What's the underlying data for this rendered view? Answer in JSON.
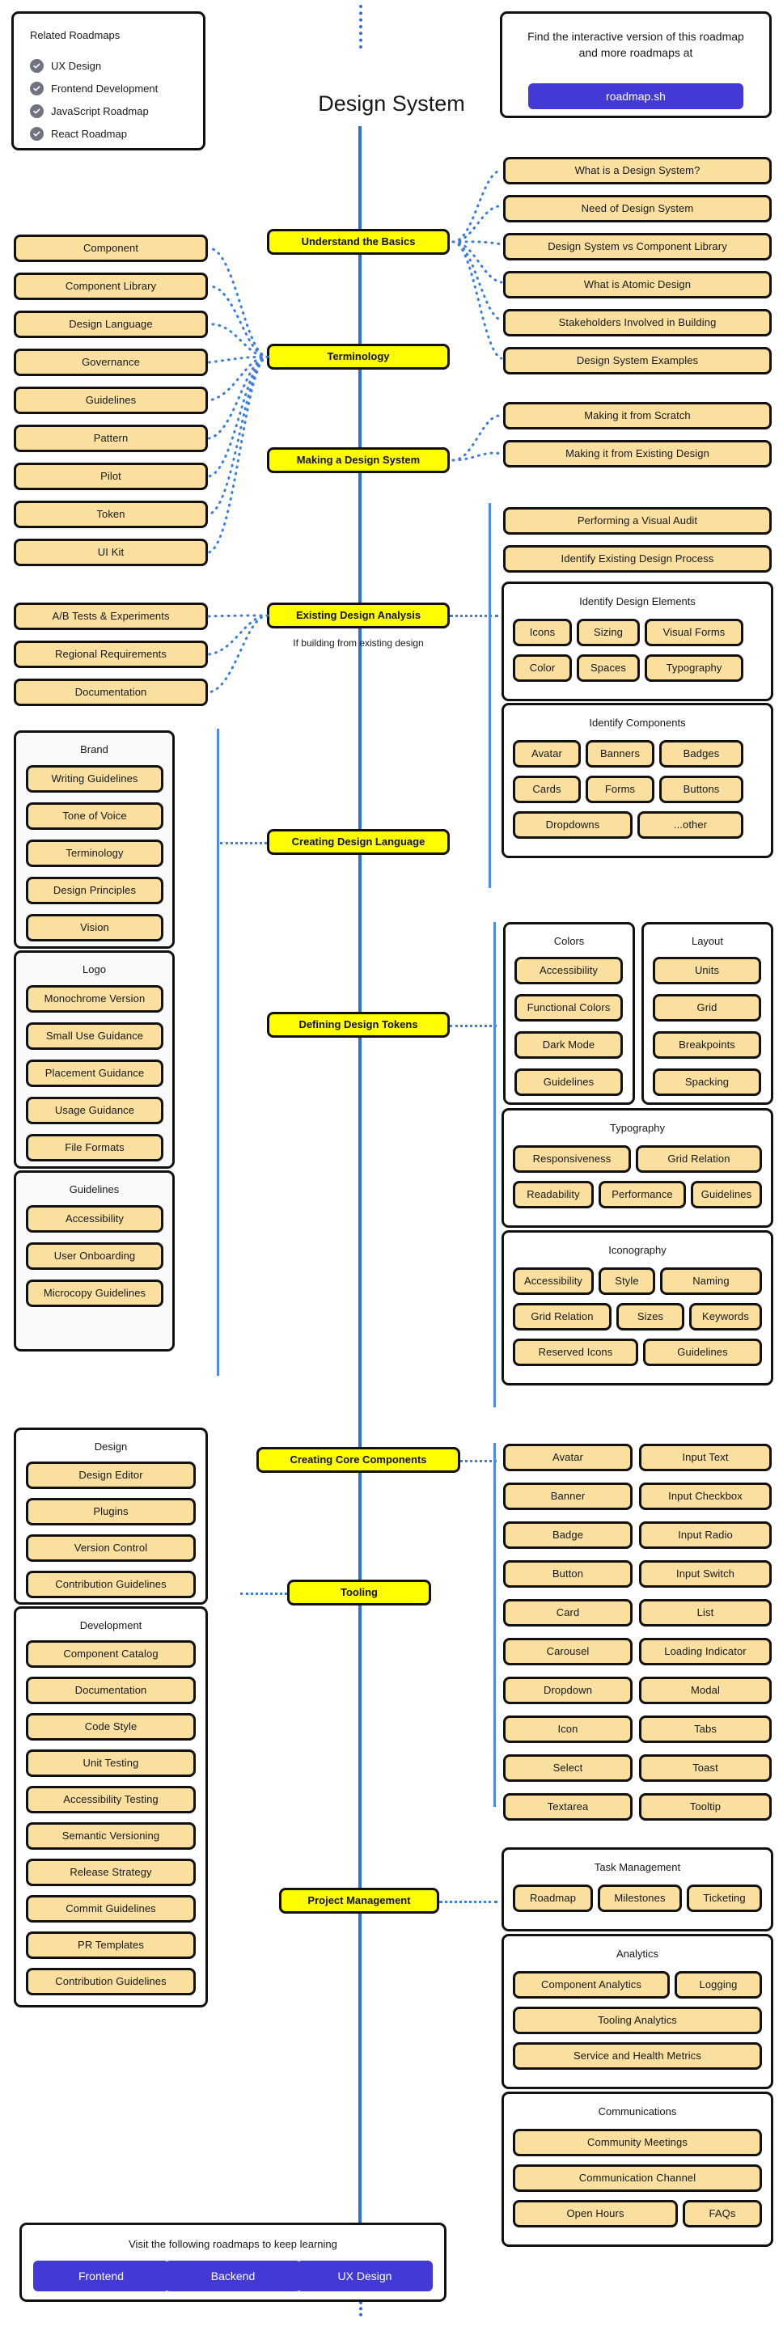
{
  "page_title": "Design System",
  "colors": {
    "spine": "#2f6fe0",
    "connector": "#3b7ddd",
    "node_fill": "#fffe00",
    "topic_fill": "#fbdf9f",
    "brand_button": "#4339d6",
    "outline": "#111111"
  },
  "related_roadmaps": {
    "heading": "Related Roadmaps",
    "icon": "check-circle-icon",
    "items": [
      "UX Design",
      "Frontend Development",
      "JavaScript Roadmap",
      "React Roadmap"
    ]
  },
  "interactive": {
    "text": "Find the interactive version of this roadmap and more roadmaps at",
    "button_label": "roadmap.sh"
  },
  "nodes": {
    "basics": "Understand the Basics",
    "terminology": "Terminology",
    "making": "Making a Design System",
    "existing_analysis": "Existing Design Analysis",
    "existing_analysis_note": "If building from existing design",
    "creating_language": "Creating Design Language",
    "defining_tokens": "Defining Design Tokens",
    "core_components": "Creating Core Components",
    "tooling": "Tooling",
    "project_management": "Project Management"
  },
  "basics_topics": [
    "What is a Design System?",
    "Need of Design System",
    "Design System vs Component Library",
    "What is Atomic Design",
    "Stakeholders Involved in Building",
    "Design System Examples"
  ],
  "terminology_topics": [
    "Component",
    "Component Library",
    "Design Language",
    "Governance",
    "Guidelines",
    "Pattern",
    "Pilot",
    "Token",
    "UI Kit"
  ],
  "making_topics": [
    "Making it from Scratch",
    "Making it from Existing Design"
  ],
  "existing_analysis_left": [
    "A/B Tests & Experiments",
    "Regional Requirements",
    "Documentation"
  ],
  "existing_analysis_right": {
    "standalone": [
      "Performing a Visual Audit",
      "Identify Existing Design Process"
    ],
    "groups": [
      {
        "title": "Identify Design Elements",
        "rows": [
          [
            "Icons",
            "Sizing",
            "Visual Forms"
          ],
          [
            "Color",
            "Spaces",
            "Typography"
          ]
        ]
      },
      {
        "title": "Identify Components",
        "rows": [
          [
            "Avatar",
            "Banners",
            "Badges"
          ],
          [
            "Cards",
            "Forms",
            "Buttons"
          ],
          [
            "Dropdowns",
            "...other"
          ]
        ]
      }
    ]
  },
  "design_language_groups": [
    {
      "title": "Brand",
      "items": [
        "Writing Guidelines",
        "Tone of Voice",
        "Terminology",
        "Design Principles",
        "Vision"
      ]
    },
    {
      "title": "Logo",
      "items": [
        "Monochrome Version",
        "Small Use Guidance",
        "Placement Guidance",
        "Usage Guidance",
        "File Formats"
      ]
    },
    {
      "title": "Guidelines",
      "items": [
        "Accessibility",
        "User Onboarding",
        "Microcopy Guidelines"
      ]
    }
  ],
  "design_tokens": {
    "colors": {
      "title": "Colors",
      "items": [
        "Accessibility",
        "Functional Colors",
        "Dark Mode",
        "Guidelines"
      ]
    },
    "layout": {
      "title": "Layout",
      "items": [
        "Units",
        "Grid",
        "Breakpoints",
        "Spacking"
      ]
    },
    "typography": {
      "title": "Typography",
      "rows": [
        [
          "Responsiveness",
          "Grid Relation"
        ],
        [
          "Readability",
          "Performance",
          "Guidelines"
        ]
      ]
    },
    "iconography": {
      "title": "Iconography",
      "rows": [
        [
          "Accessibility",
          "Style",
          "Naming"
        ],
        [
          "Grid Relation",
          "Sizes",
          "Keywords"
        ],
        [
          "Reserved Icons",
          "Guidelines"
        ]
      ]
    }
  },
  "tooling_groups": [
    {
      "title": "Design",
      "items": [
        "Design Editor",
        "Plugins",
        "Version Control",
        "Contribution Guidelines"
      ]
    },
    {
      "title": "Development",
      "items": [
        "Component Catalog",
        "Documentation",
        "Code Style",
        "Unit Testing",
        "Accessibility Testing",
        "Semantic Versioning",
        "Release Strategy",
        "Commit Guidelines",
        "PR Templates",
        "Contribution Guidelines"
      ]
    }
  ],
  "core_components": {
    "col_left": [
      "Avatar",
      "Banner",
      "Badge",
      "Button",
      "Card",
      "Carousel",
      "Dropdown",
      "Icon",
      "Select",
      "Textarea"
    ],
    "col_right": [
      "Input Text",
      "Input Checkbox",
      "Input Radio",
      "Input Switch",
      "List",
      "Loading Indicator",
      "Modal",
      "Tabs",
      "Toast",
      "Tooltip"
    ]
  },
  "project_management_groups": [
    {
      "title": "Task Management",
      "rows": [
        [
          "Roadmap",
          "Milestones",
          "Ticketing"
        ]
      ]
    },
    {
      "title": "Analytics",
      "rows": [
        [
          "Component Analytics",
          "Logging"
        ],
        [
          "Tooling Analytics"
        ],
        [
          "Service and Health Metrics"
        ]
      ]
    },
    {
      "title": "Communications",
      "rows": [
        [
          "Community Meetings"
        ],
        [
          "Communication Channel"
        ],
        [
          "Open Hours",
          "FAQs"
        ]
      ]
    }
  ],
  "footer": {
    "text": "Visit the following roadmaps to keep learning",
    "buttons": [
      "Frontend",
      "Backend",
      "UX Design"
    ]
  }
}
